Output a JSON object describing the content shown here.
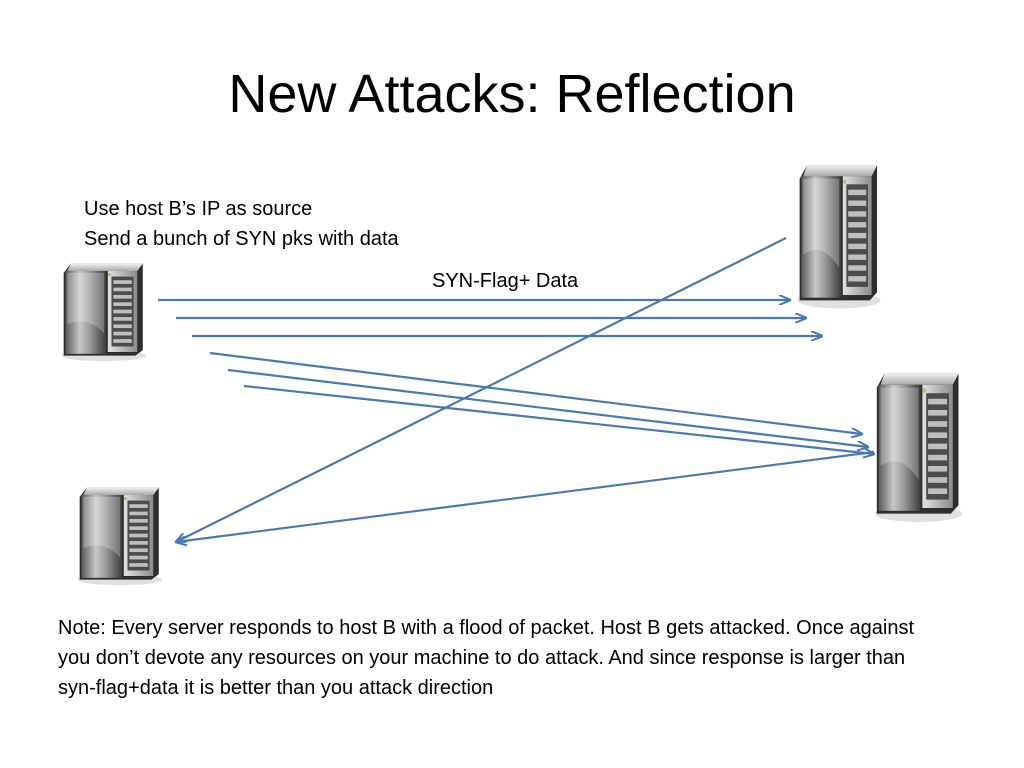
{
  "slide": {
    "title": "New Attacks: Reflection",
    "caption_line1": "Use host B’s IP as source",
    "caption_line2": "Send a bunch of SYN pks with data",
    "arrow_label": "SYN-Flag+ Data",
    "note": "Note: Every server responds to host B with a flood of packet. Host B gets attacked. Once against you don’t devote any resources on your machine to do attack.  And since response is larger than syn-flag+data it is better than you attack direction"
  },
  "colors": {
    "arrow": "#4a78b4",
    "server_dark": "#3a3a3a",
    "server_mid": "#8a8a8a",
    "server_light": "#d8d8d8"
  },
  "icons": [
    "server-icon"
  ]
}
